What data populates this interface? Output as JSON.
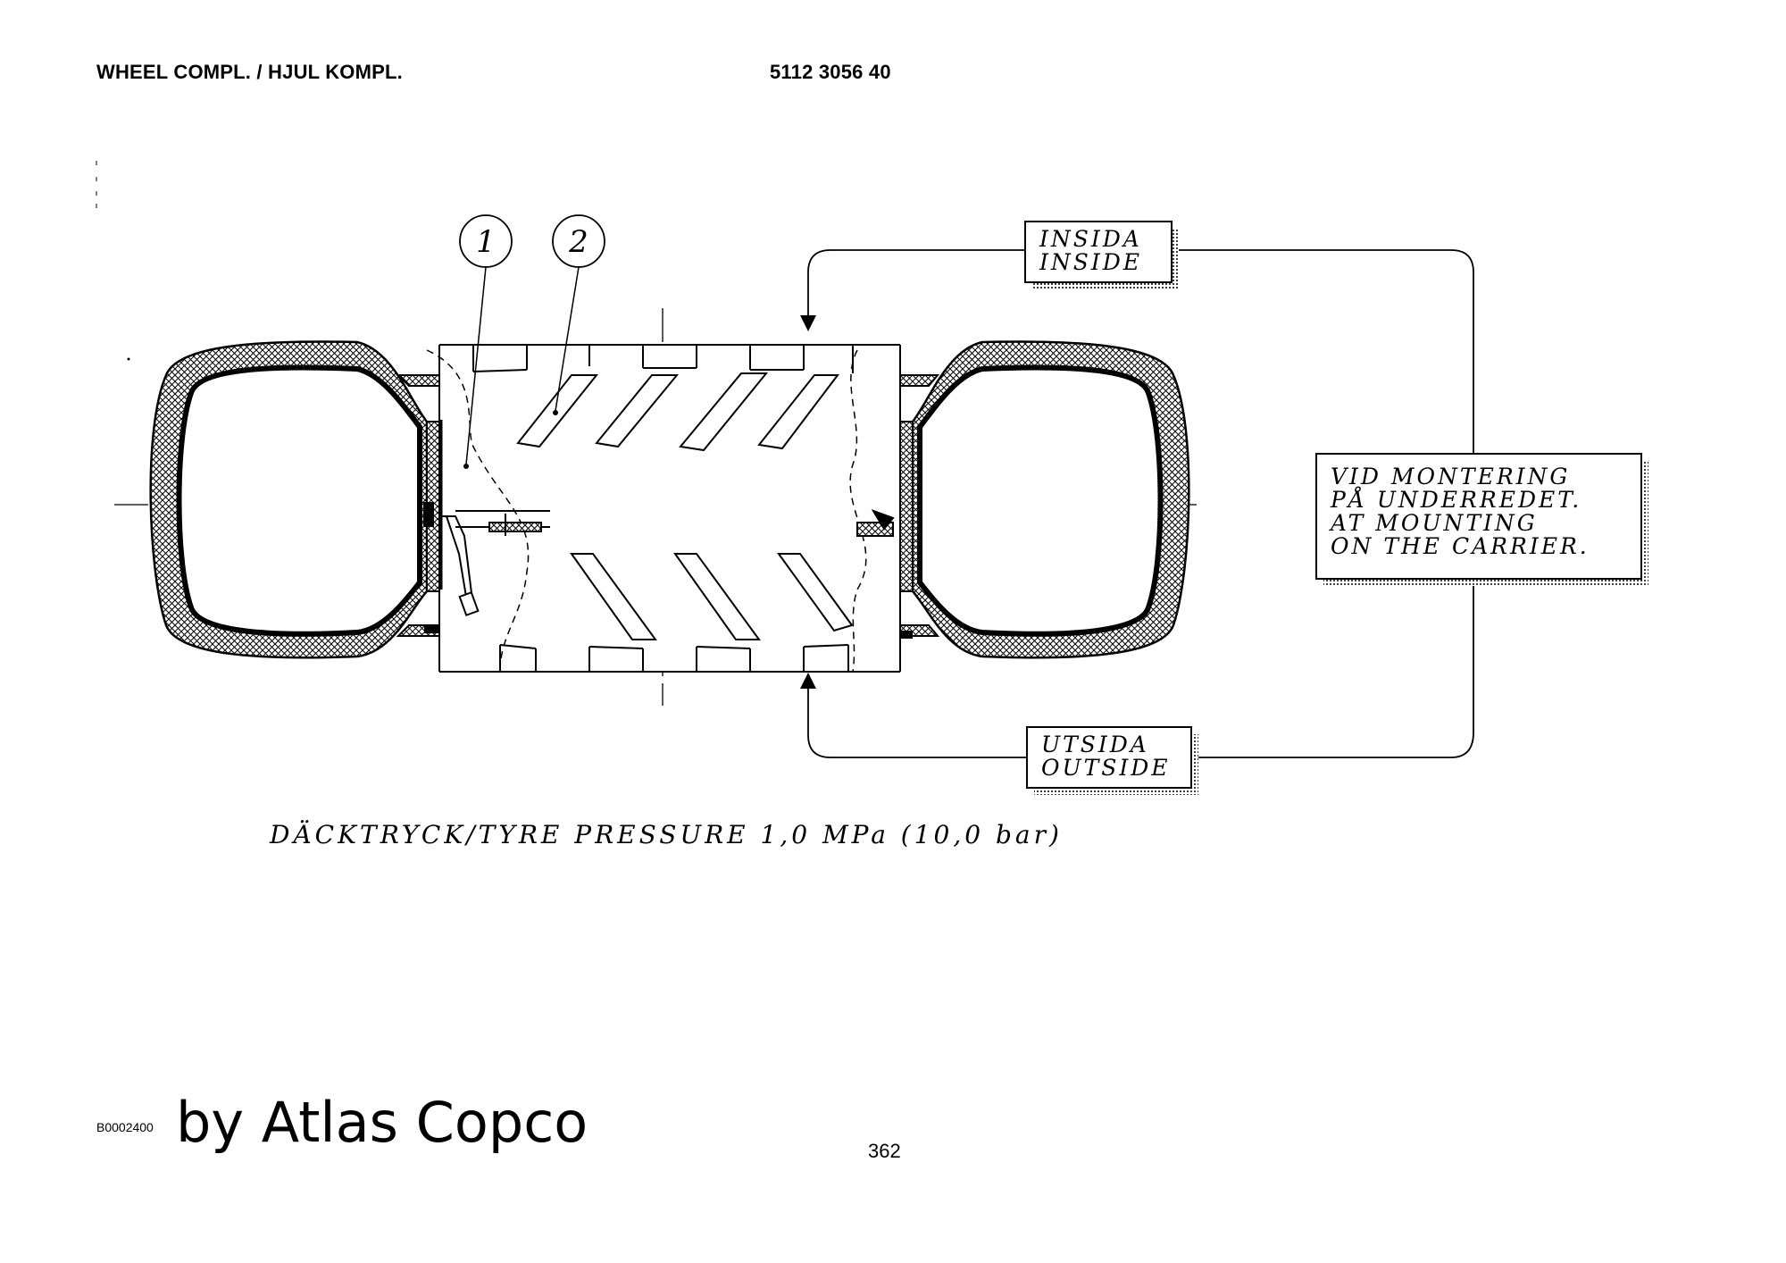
{
  "header": {
    "title": "WHEEL COMPL. / HJUL KOMPL.",
    "part_number": "5112 3056 40"
  },
  "drawing": {
    "callouts": [
      "1",
      "2"
    ],
    "inside_label": [
      "INSIDA",
      "INSIDE"
    ],
    "outside_label": [
      "UTSIDA",
      "OUTSIDE"
    ],
    "mounting_note": [
      "VID  MONTERING",
      "PÅ  UNDERREDET.",
      "AT  MOUNTING",
      "ON  THE  CARRIER."
    ],
    "pressure_note": "DÄCKTRYCK/TYRE  PRESSURE 1,0  MPa  (10,0  bar)"
  },
  "footer": {
    "doc_id": "B0002400",
    "brand": "by Atlas Copco",
    "page_number": "362"
  }
}
